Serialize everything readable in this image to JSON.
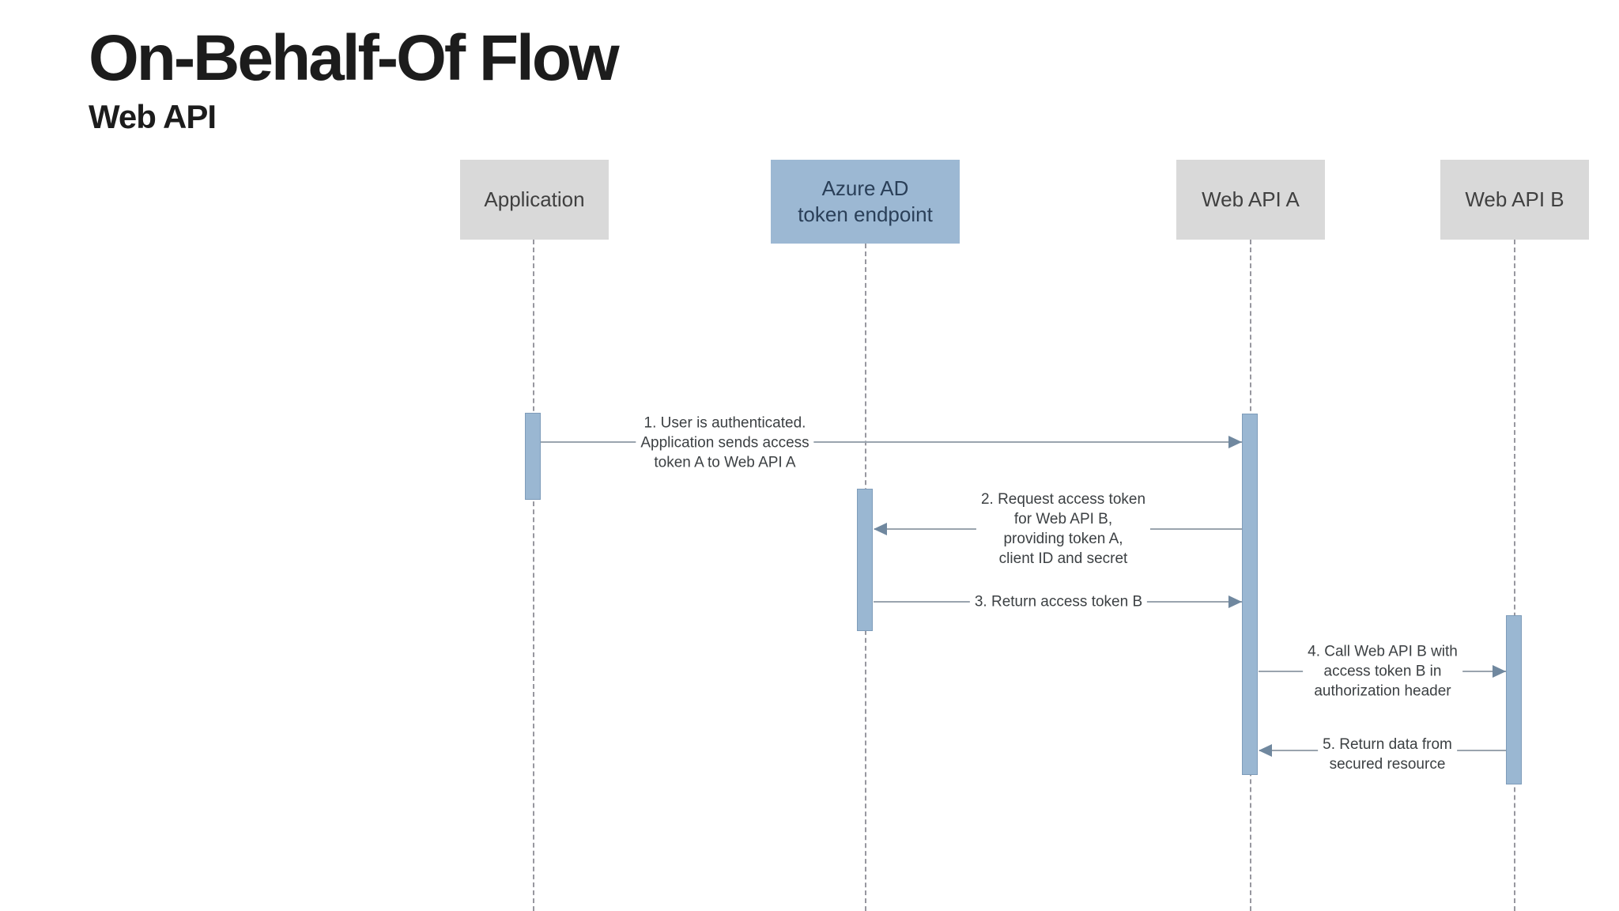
{
  "page": {
    "title": "On-Behalf-Of Flow",
    "subtitle": "Web API"
  },
  "actors": [
    {
      "id": "application",
      "label": "Application",
      "style": "neutral"
    },
    {
      "id": "azure-ad-token-endpoint",
      "label": "Azure AD\ntoken endpoint",
      "style": "highlight"
    },
    {
      "id": "web-api-a",
      "label": "Web API A",
      "style": "neutral"
    },
    {
      "id": "web-api-b",
      "label": "Web API B",
      "style": "neutral"
    }
  ],
  "messages": [
    {
      "step": 1,
      "label": "1. User is authenticated.\nApplication sends access\ntoken A to Web API A",
      "from": "Application",
      "to": "Web API A",
      "direction": "right"
    },
    {
      "step": 2,
      "label": "2. Request access token\nfor Web API B,\nproviding token A,\nclient ID and secret",
      "from": "Web API A",
      "to": "Azure AD token endpoint",
      "direction": "left"
    },
    {
      "step": 3,
      "label": "3. Return access token B",
      "from": "Azure AD token endpoint",
      "to": "Web API A",
      "direction": "right"
    },
    {
      "step": 4,
      "label": "4. Call Web API B with\naccess token B in\nauthorization header",
      "from": "Web API A",
      "to": "Web API B",
      "direction": "right"
    },
    {
      "step": 5,
      "label": "5. Return data from\nsecured resource",
      "from": "Web API B",
      "to": "Web API A",
      "direction": "left"
    }
  ],
  "theme": {
    "bg": "#ffffff",
    "title_color": "#1c1c1c",
    "actor_gray": "#d9d9d9",
    "actor_gray_text": "#404040",
    "actor_blue": "#9cb8d3",
    "actor_blue_text": "#2a3f58",
    "activation": "#9ab7d2",
    "activation_border": "#7e9cba",
    "lifeline": "#97979f",
    "arrow_line": "#9aa4ae",
    "arrow_head": "#70889f",
    "msg_text": "#3c4043"
  }
}
